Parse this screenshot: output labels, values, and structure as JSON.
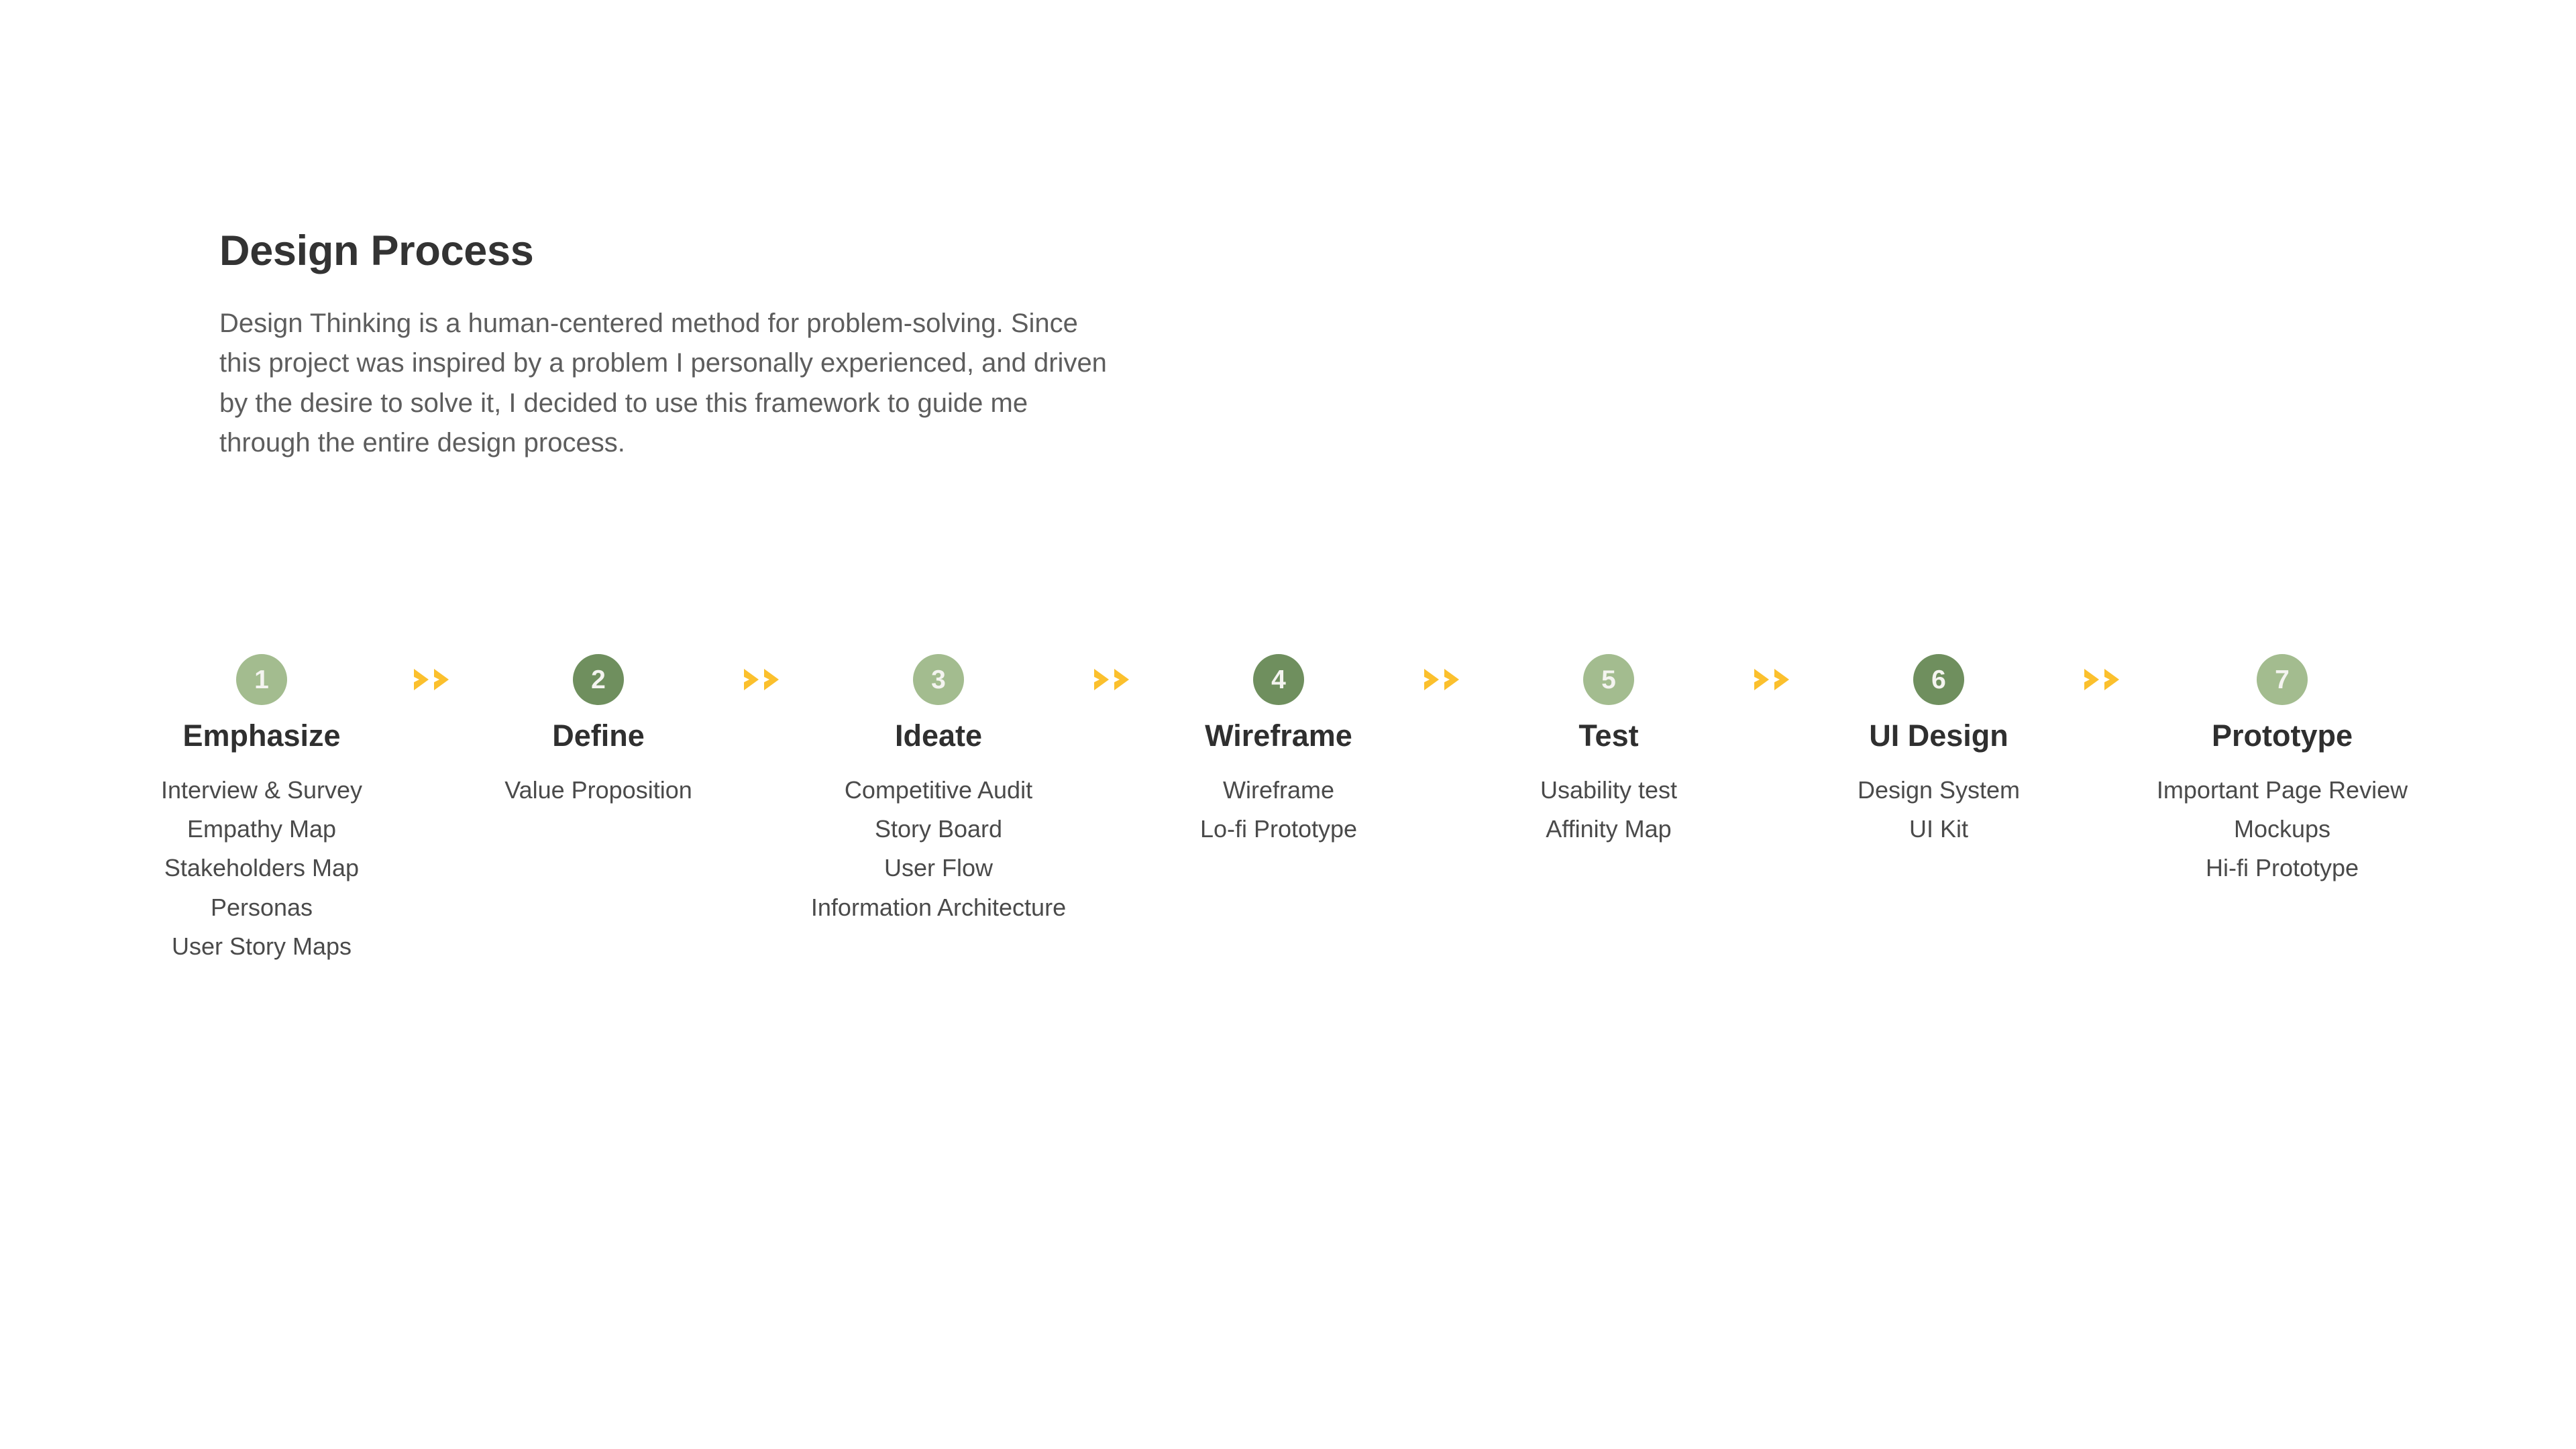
{
  "header": {
    "title": "Design Process",
    "description": "Design Thinking is a human-centered method for problem-solving. Since this project was inspired by a problem I personally experienced, and driven by the desire to solve it, I decided to use this framework to guide me through the entire design process.",
    "description_lines": [
      "Design Thinking is a human-centered method for problem-solving. Since",
      "this project was inspired by a problem I personally experienced, and driven",
      "by the desire to solve it, I decided to use this framework to guide me",
      "through the entire design process."
    ]
  },
  "colors": {
    "badge_light": "#a3bc8f",
    "badge_dark": "#6f8f5e",
    "arrow": "#fbc02d",
    "title_text": "#333333",
    "body_text": "#5d5d5d",
    "item_text": "#4a4a4a",
    "background": "#ffffff"
  },
  "connector": {
    "icon": "double-chevron-right-icon",
    "glyph": ">>",
    "count": 6
  },
  "process": {
    "steps": [
      {
        "number": "1",
        "title": "Emphasize",
        "tone": "light",
        "items": [
          "Interview & Survey",
          "Empathy Map",
          "Stakeholders Map",
          "Personas",
          "User Story Maps"
        ]
      },
      {
        "number": "2",
        "title": "Define",
        "tone": "dark",
        "items": [
          "Value Proposition"
        ]
      },
      {
        "number": "3",
        "title": "Ideate",
        "tone": "light",
        "items": [
          "Competitive Audit",
          "Story Board",
          "User Flow",
          "Information Architecture"
        ]
      },
      {
        "number": "4",
        "title": "Wireframe",
        "tone": "dark",
        "items": [
          "Wireframe",
          "Lo-fi Prototype"
        ]
      },
      {
        "number": "5",
        "title": "Test",
        "tone": "light",
        "items": [
          "Usability test",
          "Affinity Map"
        ]
      },
      {
        "number": "6",
        "title": "UI Design",
        "tone": "dark",
        "items": [
          "Design System",
          "UI Kit"
        ]
      },
      {
        "number": "7",
        "title": "Prototype",
        "tone": "light",
        "items": [
          "Important Page Review",
          "Mockups",
          "Hi-fi Prototype"
        ]
      }
    ]
  }
}
